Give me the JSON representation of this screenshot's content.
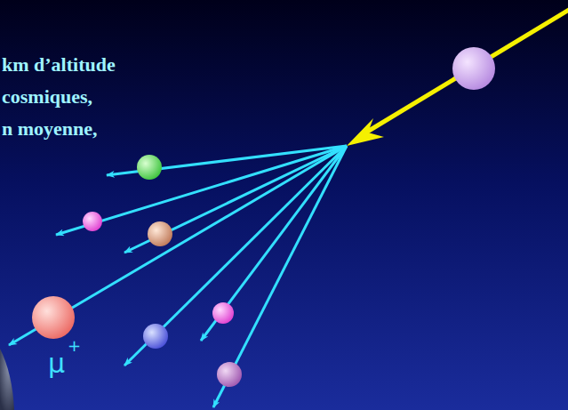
{
  "diagram": {
    "labels": [
      "km d’altitude",
      "cosmiques,",
      "n moyenne,",
      "μ",
      "+"
    ]
  }
}
